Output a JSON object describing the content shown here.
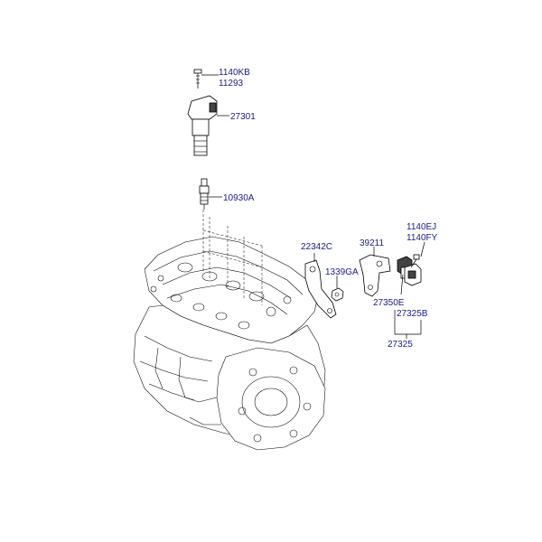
{
  "labels": {
    "l1140kb": "1140KB",
    "l11293": "11293",
    "l27301": "27301",
    "l10930a": "10930A",
    "l1140ej": "1140EJ",
    "l1140fy": "1140FY",
    "l22342c": "22342C",
    "l39211": "39211",
    "l1339ga": "1339GA",
    "l27350e": "27350E",
    "l27325b": "27325B",
    "l27325": "27325"
  }
}
